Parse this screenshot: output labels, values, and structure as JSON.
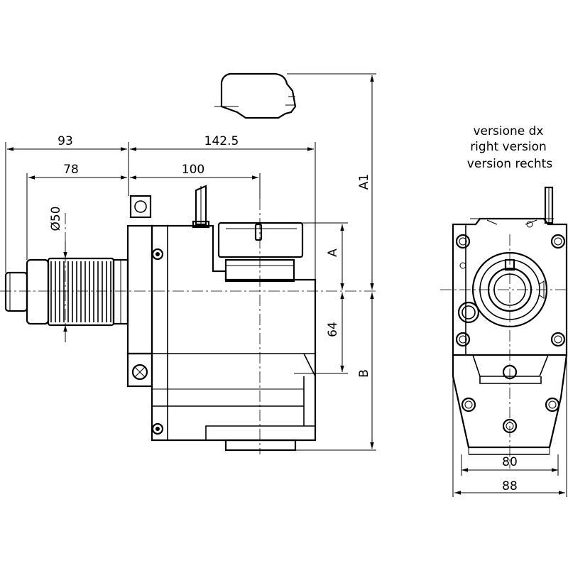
{
  "version_label": {
    "line1": "versione dx",
    "line2": "right version",
    "line3": "version rechts"
  },
  "dimensions": {
    "d93": "93",
    "d142_5": "142.5",
    "d78": "78",
    "d100": "100",
    "dia50": "Ø50",
    "dA": "A",
    "d64": "64",
    "dB": "B",
    "dA1": "A1",
    "d80": "80",
    "d88": "88"
  }
}
